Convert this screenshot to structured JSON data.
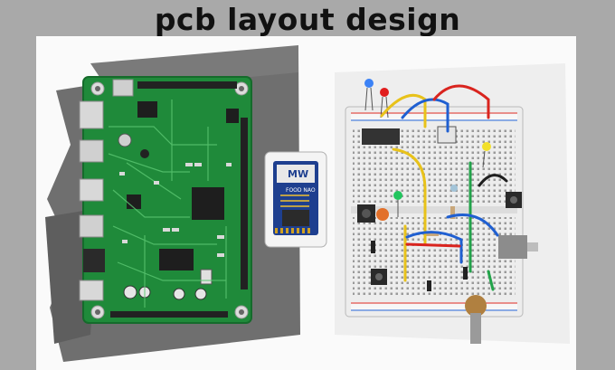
{
  "title": "pcb layout design",
  "module": {
    "logo": "MW",
    "label": "FOOD NAO"
  },
  "colors": {
    "pcb": "#1f8a3a",
    "pcb_dark": "#166d2c",
    "background": "#a9a9a9",
    "breadboard": "#ededed",
    "wire_blue": "#1f5fd1",
    "wire_red": "#d9241e",
    "wire_yellow": "#e8c21a"
  }
}
